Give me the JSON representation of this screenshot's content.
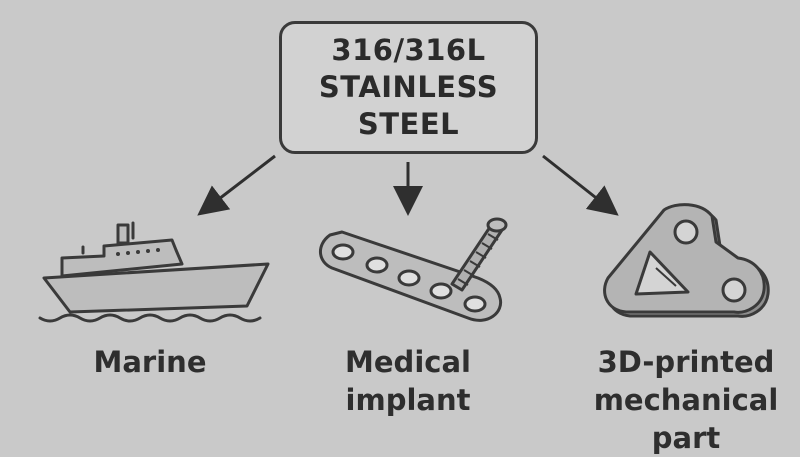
{
  "root": {
    "lines": [
      "316/316L",
      "STAINLESS",
      "STEEL"
    ]
  },
  "branches": [
    {
      "id": "marine",
      "lines": [
        "Marine"
      ],
      "icon": "ship-icon"
    },
    {
      "id": "medical",
      "lines": [
        "Medical",
        "implant"
      ],
      "icon": "bone-plate-screw-icon"
    },
    {
      "id": "printed",
      "lines": [
        "3D-printed",
        "mechanical",
        "part"
      ],
      "icon": "bracket-part-icon"
    }
  ],
  "colors": {
    "background": "#c9c9c9",
    "stroke": "#3a3a3a",
    "text": "#2b2b2b"
  }
}
